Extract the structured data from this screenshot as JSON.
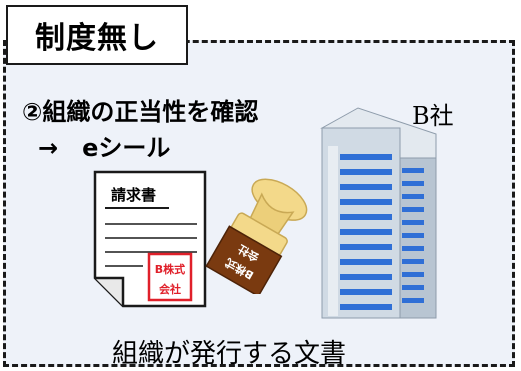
{
  "tag_label": "制度無し",
  "heading": "②組織の正当性を確認",
  "subheading": "→　eシール",
  "company_label": "B社",
  "caption": "組織が発行する文書",
  "document": {
    "title": "請求書",
    "stamp_line1": "B株式",
    "stamp_line2": "会社"
  },
  "seal": {
    "line1": "B株式",
    "line2": "会社"
  },
  "colors": {
    "panel_bg": "#eef2f9",
    "border": "#1a1a1a",
    "stamp_red": "#e0202a",
    "seal_handle": "#f3d98a",
    "seal_face": "#7a3a10",
    "building": "#c8d3de",
    "window": "#2f6fd6"
  },
  "icons": [
    "document-icon",
    "seal-stamp-icon",
    "building-icon"
  ]
}
